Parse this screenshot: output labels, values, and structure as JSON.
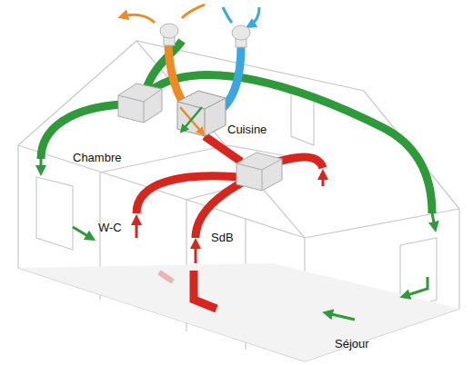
{
  "diagram": {
    "labels": [
      "Chambre",
      "Cuisine",
      "W-C",
      "SdB",
      "Séjour"
    ]
  }
}
